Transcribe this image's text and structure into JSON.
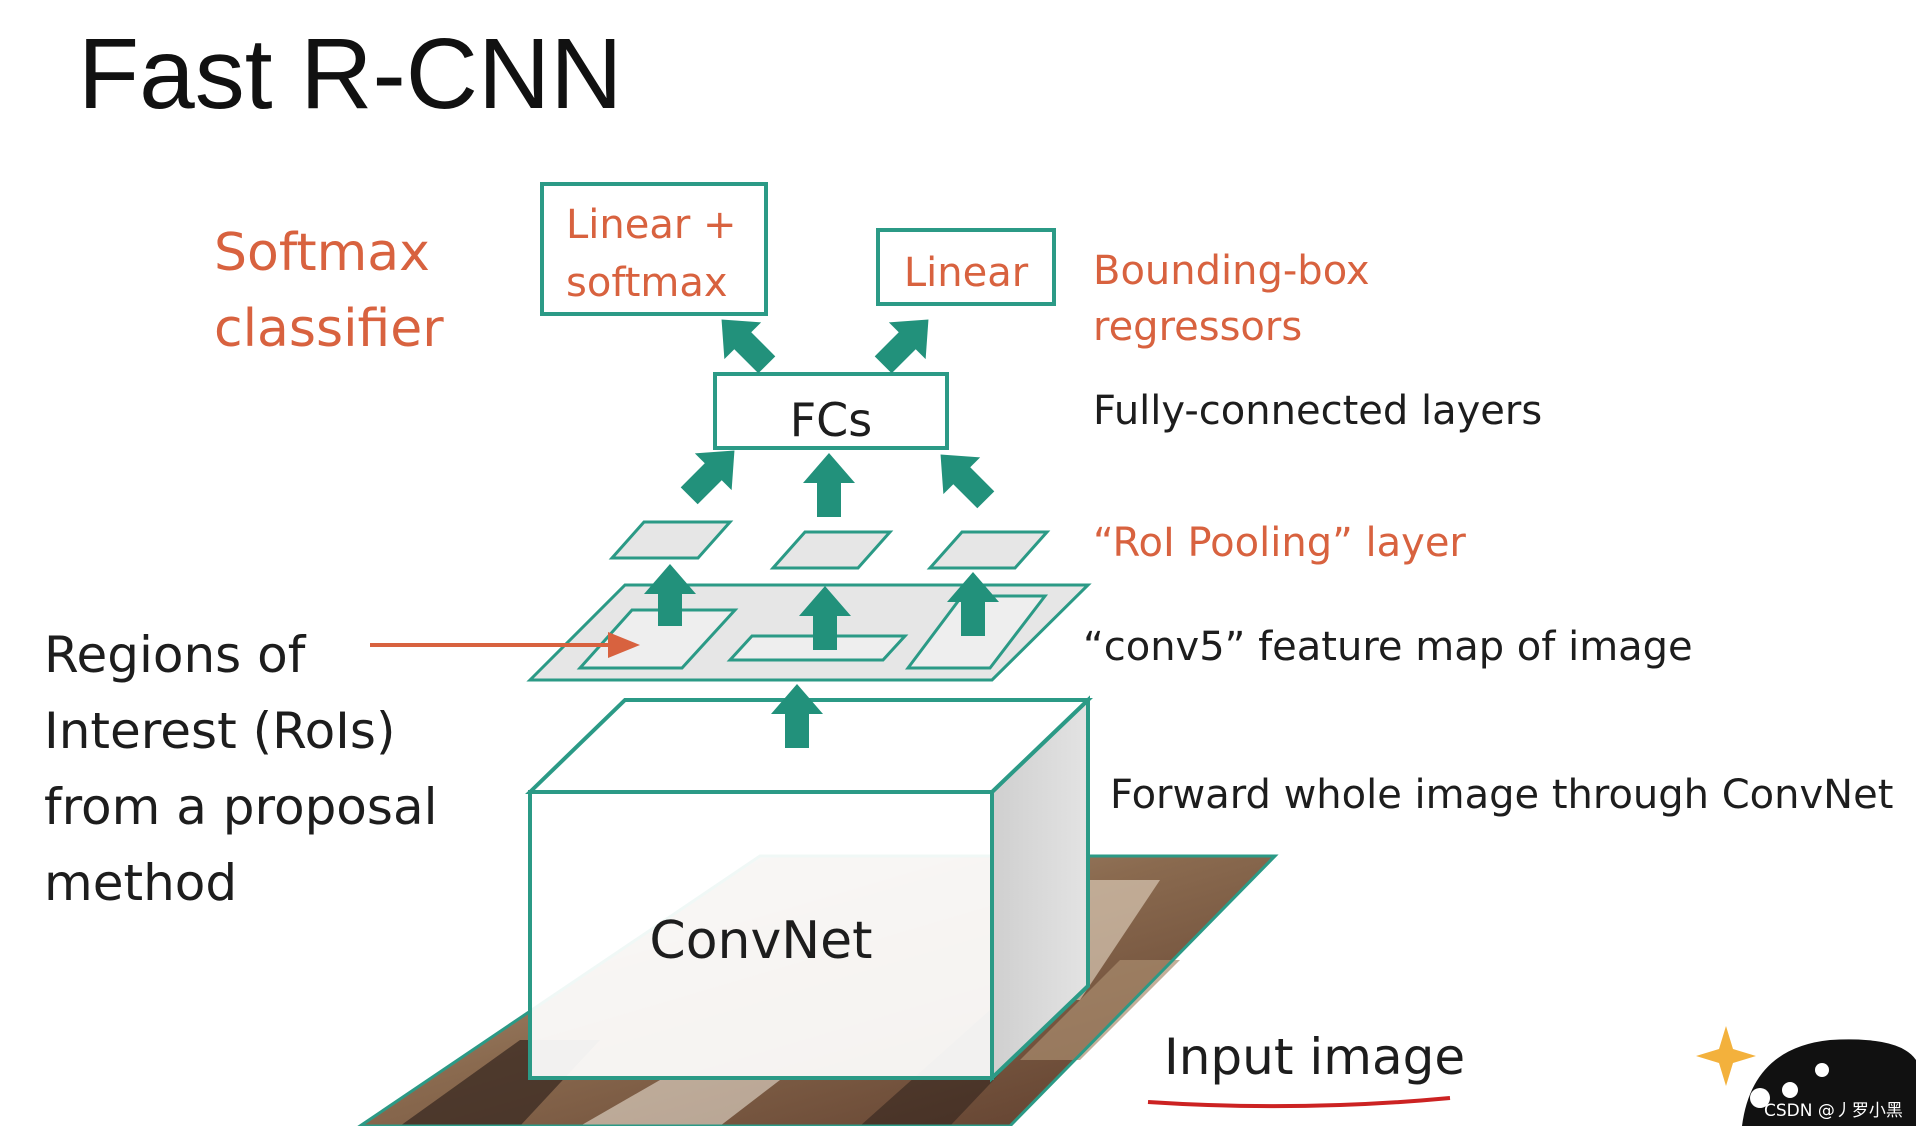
{
  "title": "Fast R-CNN",
  "labels": {
    "softmax_box_line1": "Linear +",
    "softmax_box_line2": "softmax",
    "linear_box": "Linear",
    "fcs_box": "FCs",
    "convnet_box": "ConvNet",
    "softmax_classifier_line1": "Softmax",
    "softmax_classifier_line2": "classifier",
    "bbox_regressors_line1": "Bounding-box",
    "bbox_regressors_line2": "regressors",
    "fully_connected": "Fully-connected layers",
    "roi_pooling": "“RoI Pooling” layer",
    "conv5": "“conv5” feature map of image",
    "forward": "Forward whole image through ConvNet",
    "input_image": "Input image",
    "rois_line1": "Regions of",
    "rois_line2": "Interest (RoIs)",
    "rois_line3": "from a proposal",
    "rois_line4": "method",
    "watermark": "CSDN @丿罗小黑"
  },
  "colors": {
    "accent_teal": "#2b9a86",
    "arrow_teal": "#22917b",
    "label_orange": "#d8623f",
    "text_dark": "#1d1d1d"
  }
}
